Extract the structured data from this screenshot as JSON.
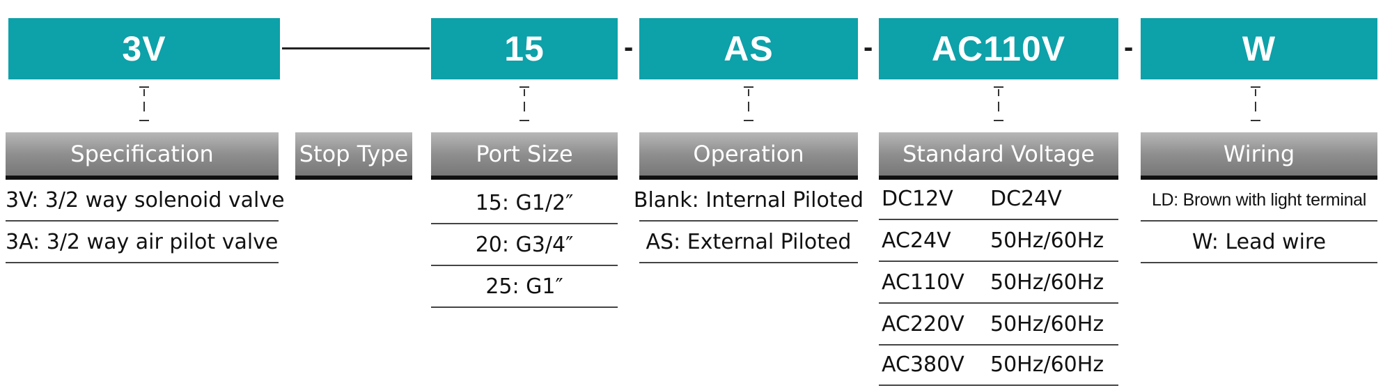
{
  "codes": {
    "spec": "3V",
    "port": "15",
    "operation": "AS",
    "voltage": "AC110V",
    "wiring": "W"
  },
  "separators": {
    "s1": "-",
    "s2": "-",
    "s3": "-"
  },
  "headers": {
    "specification": "Specification",
    "stop_type": "Stop Type",
    "port_size": "Port Size",
    "operation": "Operation",
    "standard_voltage": "Standard Voltage",
    "wiring": "Wiring"
  },
  "specification_options": [
    "3V: 3/2 way solenoid valve",
    "3A: 3/2 way air pilot valve"
  ],
  "port_size_options": [
    "15: G1/2″",
    "20: G3/4″",
    "25: G1″"
  ],
  "operation_options": [
    "Blank: Internal Piloted",
    "AS: External Piloted"
  ],
  "voltage_options": [
    {
      "type": "DC12V",
      "freq": "DC24V"
    },
    {
      "type": "AC24V",
      "freq": "50Hz/60Hz"
    },
    {
      "type": "AC110V",
      "freq": "50Hz/60Hz"
    },
    {
      "type": "AC220V",
      "freq": "50Hz/60Hz"
    },
    {
      "type": "AC380V",
      "freq": "50Hz/60Hz"
    }
  ],
  "wiring_options": [
    "LD: Brown with light terminal",
    "W: Lead wire"
  ],
  "colors": {
    "teal": "#0da1a9",
    "header_gray": "#8f8f8f",
    "line": "#222222"
  }
}
